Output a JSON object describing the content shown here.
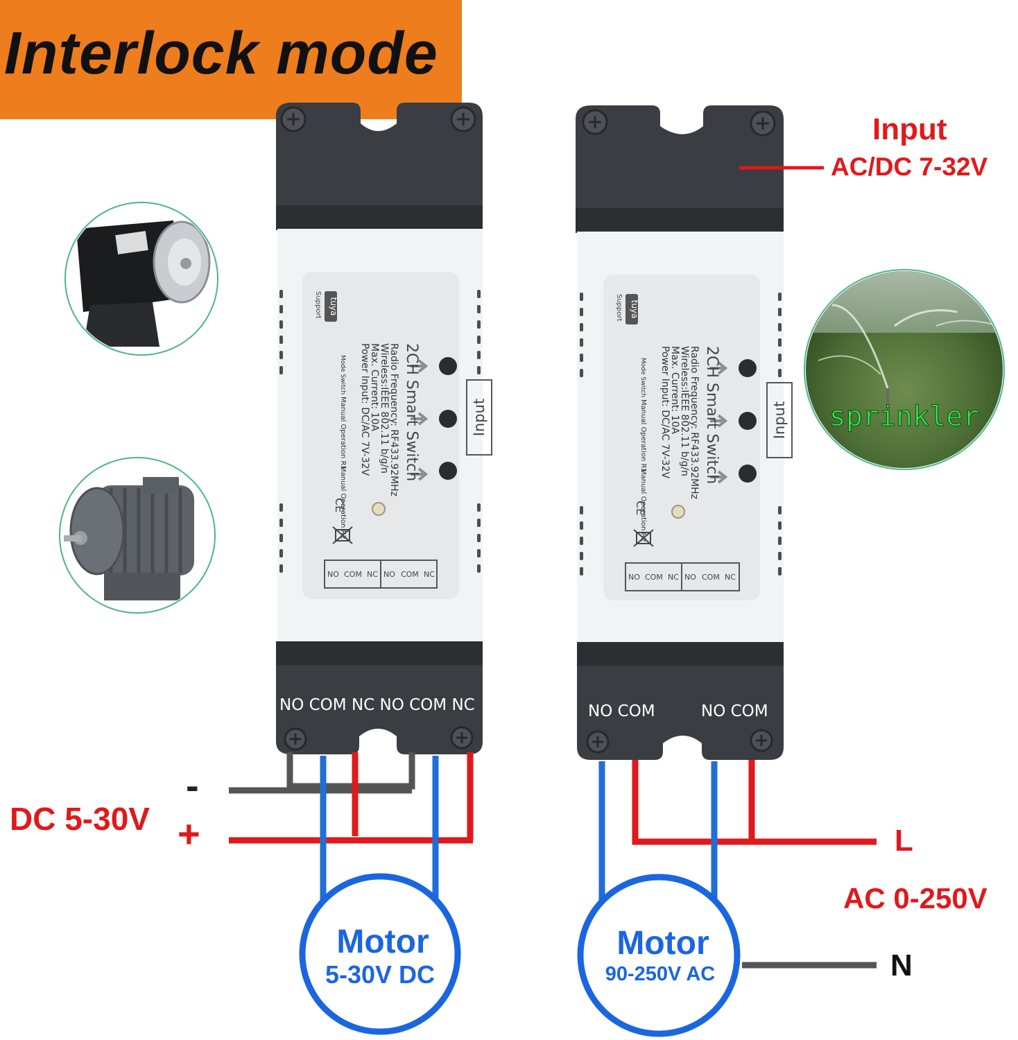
{
  "banner": {
    "title": "Interlock mode"
  },
  "input": {
    "title": "Input",
    "voltage": "AC/DC 7-32V"
  },
  "left_supply": {
    "label": "DC 5-30V",
    "minus": "-",
    "plus": "+"
  },
  "right_supply": {
    "line": "L",
    "label": "AC 0-250V",
    "neutral": "N"
  },
  "left_device": {
    "terminals": "NO COM NC   NO COM NC",
    "sticker": {
      "input_box": "Input",
      "brand": "tuya",
      "brand_sub": "Support",
      "power_input": "Power Input:  DC/AC 7V-32V",
      "max_current": "Max. Current:  10A",
      "wireless": "Wireless:IEEE 802.11 b/g/n",
      "radio": "Radio Frequency:  RF433.92MHz",
      "product": "2CH Smart Switch",
      "btn_mode": "Mode Switch",
      "btn_r1": "Manual Operation R1",
      "btn_r2": "Manual Operation R2",
      "relay1": [
        "NO",
        "COM",
        "NC"
      ],
      "relay2": [
        "NO",
        "COM",
        "NC"
      ]
    }
  },
  "right_device": {
    "terminals_a": "NO  COM",
    "terminals_b": "NO  COM",
    "sticker": {
      "input_box": "Input",
      "brand": "tuya",
      "brand_sub": "Support",
      "power_input": "Power Input:  DC/AC 7V-32V",
      "max_current": "Max. Current:  10A",
      "wireless": "Wireless:IEEE 802.11 b/g/n",
      "radio": "Radio Frequency:  RF433.92MHz",
      "product": "2CH Smart Switch",
      "btn_mode": "Mode Switch",
      "btn_r1": "Manual Operation R1",
      "btn_r2": "Manual Operation R2",
      "relay1": [
        "NO",
        "COM",
        "NC"
      ],
      "relay2": [
        "NO",
        "COM",
        "NC"
      ]
    }
  },
  "motor_dc": {
    "title": "Motor",
    "spec": "5-30V DC"
  },
  "motor_ac": {
    "title": "Motor",
    "spec": "90-250V AC"
  },
  "sprinkler": {
    "label": "sprinkler"
  },
  "colors": {
    "banner": "#ee7d1d",
    "red": "#e0191c",
    "blue": "#1f6fd6",
    "housing": "#3a3d41",
    "case": "#f2f3f5",
    "motor_ring": "#1a66e0"
  }
}
